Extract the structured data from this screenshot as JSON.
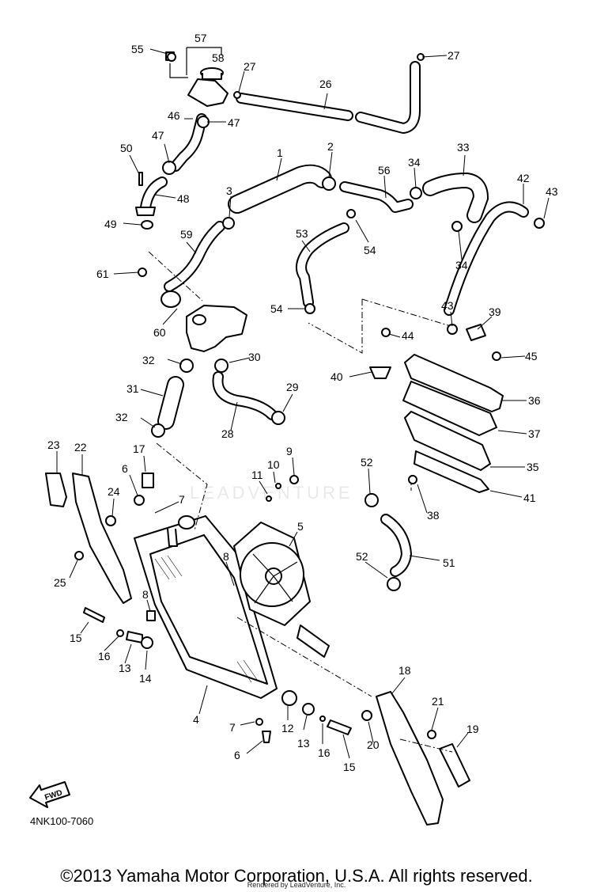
{
  "catalog_code": "4NK100-7060",
  "copyright": "©2013 Yamaha Motor Corporation, U.S.A. All rights reserved.",
  "render_credit": "Rendered by LeadVenture, Inc.",
  "watermark": "LEADVENTURE",
  "fwd_label": "FWD",
  "callouts": [
    "55",
    "57",
    "58",
    "27",
    "26",
    "27",
    "46",
    "47",
    "47",
    "50",
    "48",
    "49",
    "1",
    "2",
    "3",
    "56",
    "34",
    "33",
    "42",
    "43",
    "59",
    "61",
    "60",
    "53",
    "54",
    "54",
    "34",
    "43",
    "39",
    "44",
    "32",
    "30",
    "45",
    "31",
    "29",
    "40",
    "36",
    "28",
    "32",
    "37",
    "23",
    "22",
    "17",
    "9",
    "52",
    "6",
    "10",
    "11",
    "35",
    "24",
    "7",
    "38",
    "41",
    "5",
    "25",
    "8",
    "52",
    "51",
    "8",
    "15",
    "16",
    "13",
    "14",
    "18",
    "4",
    "7",
    "12",
    "13",
    "16",
    "15",
    "20",
    "21",
    "19",
    "6"
  ]
}
